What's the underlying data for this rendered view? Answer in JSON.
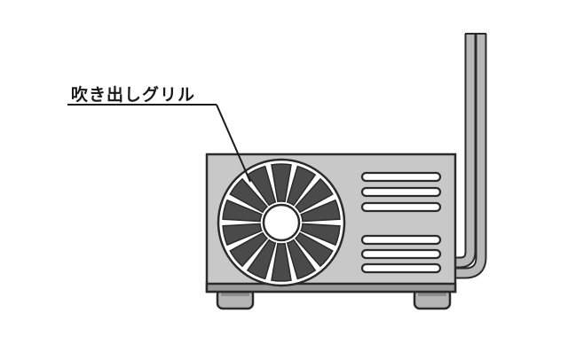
{
  "illustration": {
    "callout_label": "吹き出しグリル",
    "components": [
      "outdoor-unit",
      "fan-grille",
      "side-vents",
      "refrigerant-pipes",
      "mounting-feet"
    ]
  },
  "colors": {
    "background": "#ffffff",
    "unit_body": "#c8c8c8",
    "unit_border": "#2a2a2a",
    "grille": "#4a4a4a",
    "vent_fill": "#ffffff",
    "pipe": "#b8b8b8",
    "feet": "#b4b4b4"
  }
}
